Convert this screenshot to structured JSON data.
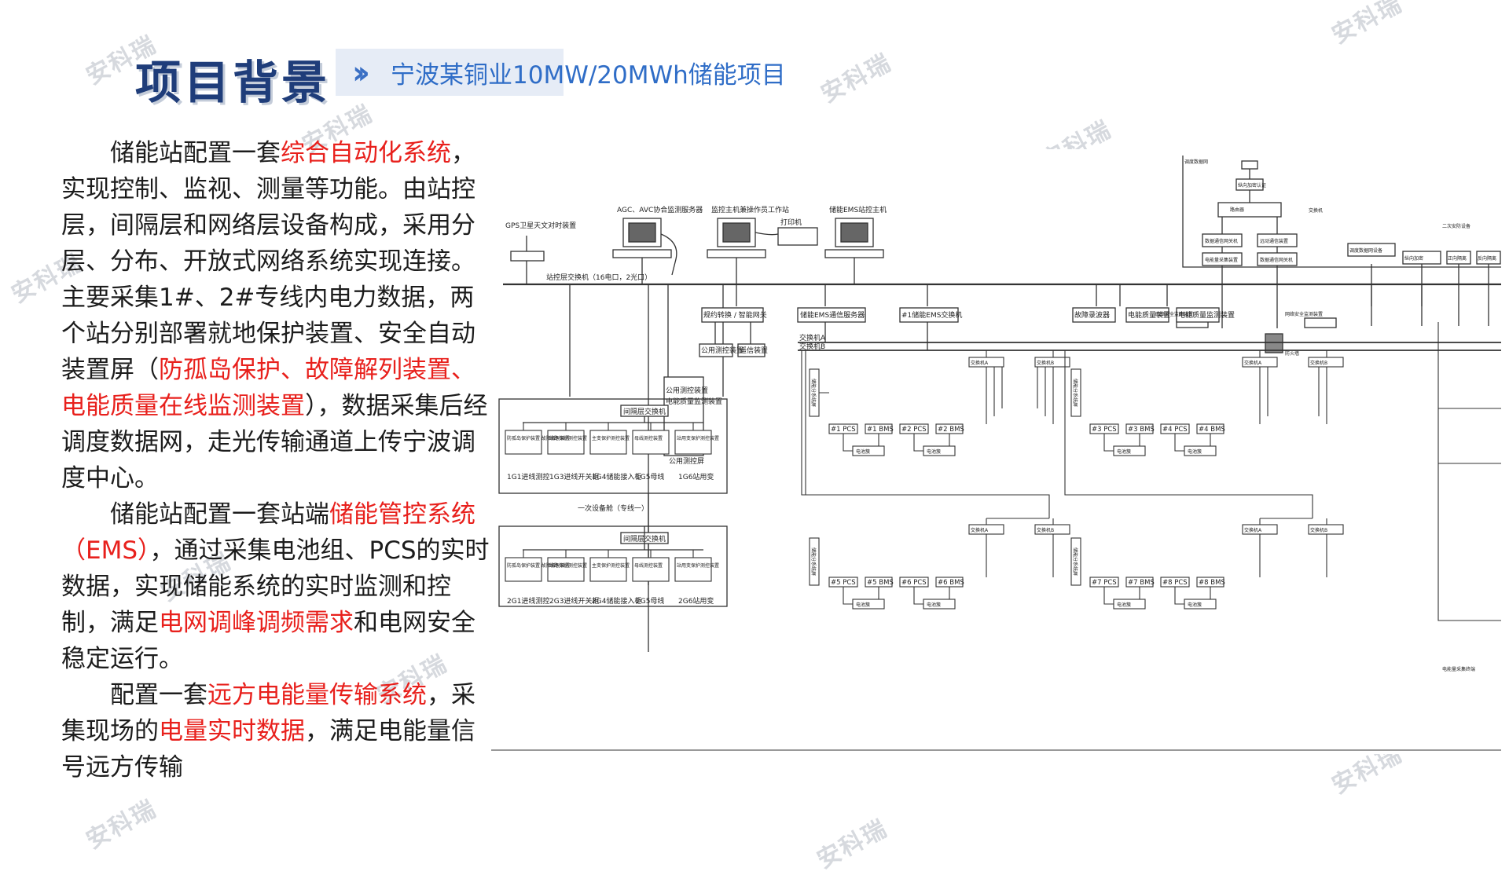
{
  "header": {
    "title": "项目背景",
    "subtitle": "宁波某铜业10MW/20MWh储能项目"
  },
  "watermark": "安科瑞",
  "paragraphs": [
    [
      {
        "t": "储能站配置一套",
        "hl": false
      },
      {
        "t": "综合自动化系统",
        "hl": true
      },
      {
        "t": "，实现控制、监视、测量等功能。由站控层，间隔层和网络层设备构成，采用分层、分布、开放式网络系统实现连接。主要采集1#、2#专线内电力数据，两个站分别部署就地保护装置、安全自动装置屏（",
        "hl": false
      },
      {
        "t": "防孤岛保护、故障解列装置、电能质量在线监测装置",
        "hl": true
      },
      {
        "t": "），数据采集后经调度数据网，走光传输通道上传宁波调度中心。",
        "hl": false
      }
    ],
    [
      {
        "t": "储能站配置一套站端",
        "hl": false
      },
      {
        "t": "储能管控系统（EMS）",
        "hl": true
      },
      {
        "t": "，通过采集电池组、PCS的实时数据，实现储能系统的实时监测和控制，满足",
        "hl": false
      },
      {
        "t": "电网调峰调频需求",
        "hl": true
      },
      {
        "t": "和电网安全稳定运行。",
        "hl": false
      }
    ],
    [
      {
        "t": "配置一套",
        "hl": false
      },
      {
        "t": "远方电能量传输系统",
        "hl": true
      },
      {
        "t": "，采集现场的",
        "hl": false
      },
      {
        "t": "电量实时数据",
        "hl": true
      },
      {
        "t": "，满足电能量信号远方传输",
        "hl": false
      }
    ]
  ],
  "diagram": {
    "workstations": [
      "AGC、AVC协合监测服务器",
      "监控主机兼操作员工作站",
      "储能EMS站控主机"
    ],
    "network_label": "站控层交换机（16电口，2光口）",
    "gps_label": "GPS卫星天文对时装置",
    "printer_label": "打印机",
    "mid_boxes": [
      "规约转换 / 智能网关",
      "储能EMS通信服务器",
      "#1储能EMS交换机"
    ],
    "sub_boxes": [
      "公用测控装置",
      "遥信装置"
    ],
    "right_boxes": [
      "故障录波器",
      "电能质量装置",
      "电能质量监测装置"
    ],
    "public_box": [
      "公用测控装置",
      "电能质量监测装置",
      "公用测控屏"
    ],
    "switch_labels": [
      "交换机A",
      "交换机B"
    ],
    "pcs_groups": [
      [
        "#1 PCS",
        "#1 BMS",
        "#2 PCS",
        "#2 BMS"
      ],
      [
        "#3 PCS",
        "#3 BMS",
        "#4 PCS",
        "#4 BMS"
      ],
      [
        "#5 PCS",
        "#5 BMS",
        "#6 PCS",
        "#6 BMS"
      ],
      [
        "#7 PCS",
        "#7 BMS",
        "#8 PCS",
        "#8 BMS"
      ]
    ],
    "battery_label": "电池簇",
    "vert_label": "储能分系统屏",
    "bay_switch": "间隔层交换机",
    "bay1_devices": [
      "防孤岛保护装置 故障解列装置",
      "线路保护测控装置",
      "主变保护测控装置",
      "母线测控装置",
      "站用变保护测控装置"
    ],
    "bay1_feeders": [
      "1G1进线测控",
      "1G3进线开关柜",
      "1G4储能接入柜",
      "1G5母线",
      "1G6站用变"
    ],
    "bay1_title": "一次设备舱（专线一）",
    "bay2_devices": [
      "防孤岛保护装置 故障解列装置",
      "线路保护测控装置",
      "主变保护测控装置",
      "母线测控装置",
      "站用变保护测控装置"
    ],
    "bay2_feeders": [
      "2G1进线测控",
      "2G3进线开关柜",
      "2G4储能接入柜",
      "2G5母线",
      "2G6站用变"
    ],
    "top_labels": [
      "调度数据网",
      "纵向加密认证",
      "路由器",
      "交换机",
      "数据通信网关机",
      "远动通信装置",
      "电能量采集装置"
    ],
    "top_right_boxes": [
      "网络安全监测装置",
      "防火墙",
      "二次安防设备"
    ],
    "right_col_labels": [
      "调度数据网设备",
      "纵向加密",
      "正向隔离",
      "反向隔离"
    ],
    "bottom_right": "电能量采集终端"
  }
}
